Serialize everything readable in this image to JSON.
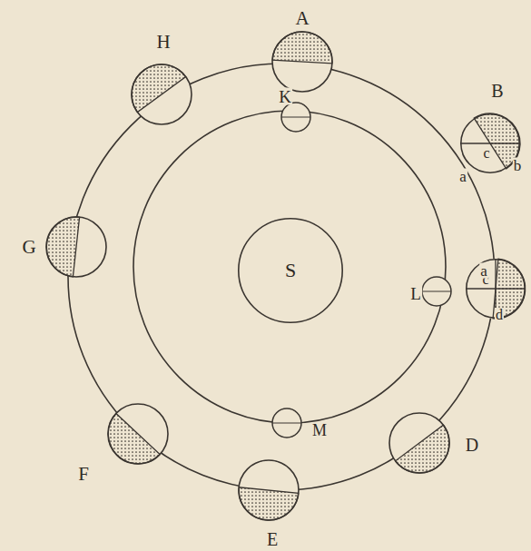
{
  "diagram": {
    "nodes": [
      {
        "text": [
          "c"
        ]
      },
      {
        "text": [
          "S"
        ]
      },
      {
        "text": [
          "c"
        ]
      }
    ],
    "labels": [
      "A",
      "H",
      "B",
      "K",
      "a",
      "b",
      "G",
      "L",
      "a",
      "d",
      "D",
      "F",
      "M",
      "E"
    ]
  }
}
